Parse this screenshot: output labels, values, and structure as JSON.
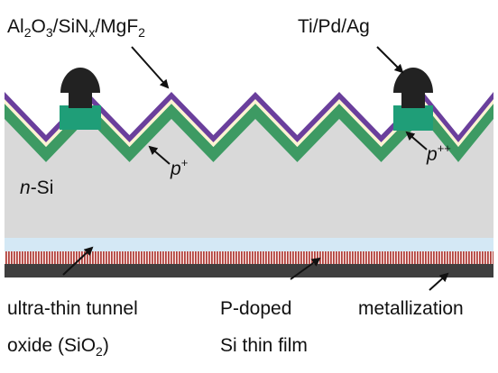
{
  "labels": {
    "coating": {
      "parts": [
        {
          "t": "Al"
        },
        {
          "t": "2",
          "sub": true
        },
        {
          "t": "O"
        },
        {
          "t": "3",
          "sub": true
        },
        {
          "t": "/SiN"
        },
        {
          "t": "x",
          "sub": true
        },
        {
          "t": "/MgF"
        },
        {
          "t": "2",
          "sub": true
        }
      ]
    },
    "contact": "Ti/Pd/Ag",
    "p_plus": {
      "base": "p",
      "sup": "+"
    },
    "p_plusplus": {
      "base": "p",
      "sup": "++"
    },
    "n_si": {
      "italic": "n",
      "rest": "-Si"
    },
    "tunnel_oxide": {
      "line1": "ultra-thin tunnel",
      "line2_parts": [
        {
          "t": "oxide (SiO"
        },
        {
          "t": "2",
          "sub": true
        },
        {
          "t": ")"
        }
      ]
    },
    "p_doped": {
      "line1": "P-doped",
      "line2": "Si thin film"
    },
    "metallization": "metallization"
  },
  "colors": {
    "substrate": "#d9d9d9",
    "p_plus_layer": "#3d9a63",
    "passivation": "#fff3d2",
    "coating": "#6a3f9c",
    "contact_cap": "#222222",
    "contact_pad": "#1f9e78",
    "oxide": "#d4e8f5",
    "poly_si": "#b3443f",
    "metal": "#3f3f3f",
    "arrow": "#111111"
  }
}
